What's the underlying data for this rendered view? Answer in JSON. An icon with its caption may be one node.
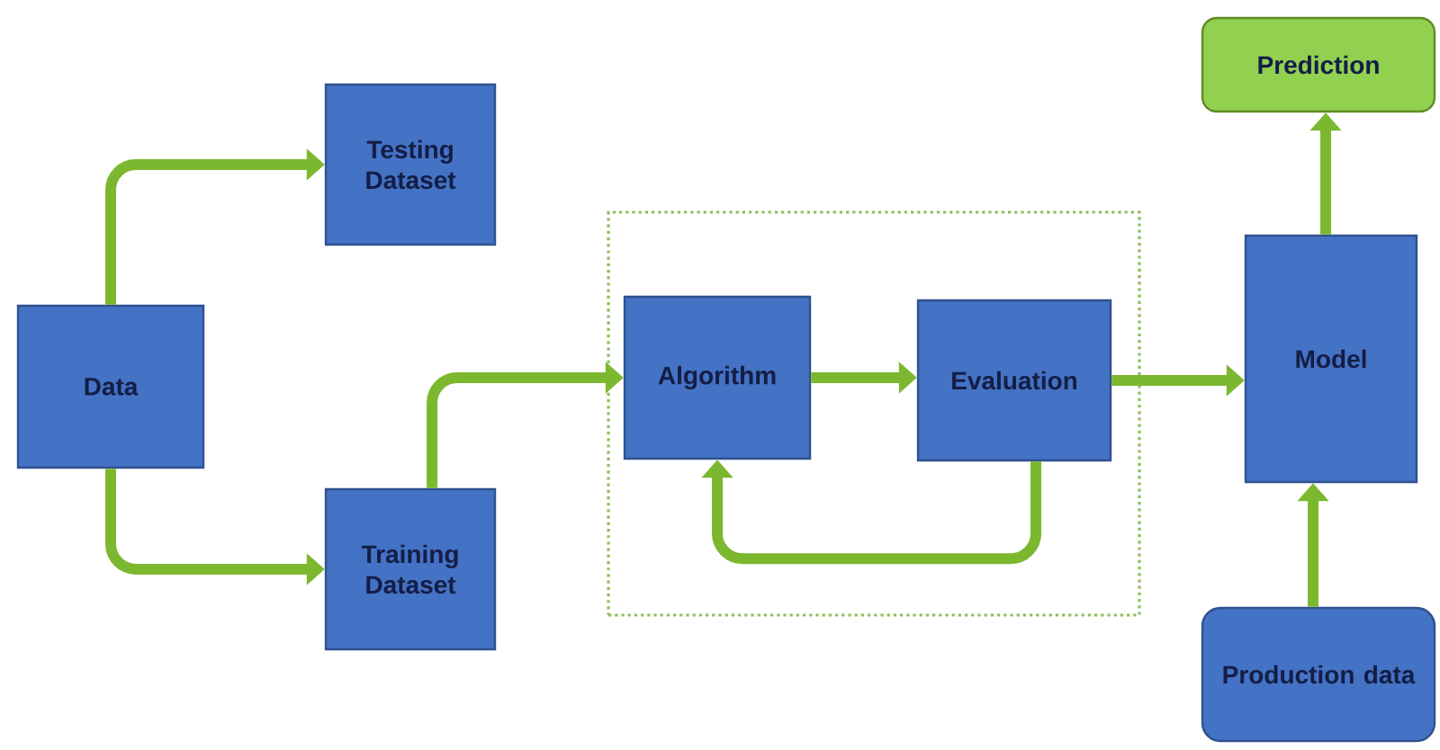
{
  "diagram": {
    "nodes": [
      {
        "text": [
          "Data"
        ]
      },
      {
        "text": [
          "Testing Dataset"
        ]
      },
      {
        "text": [
          "Training Dataset"
        ]
      },
      {
        "text": [],
        "shape": "box"
      },
      {
        "text": [
          "Algorithm"
        ],
        "in": 3
      },
      {
        "text": [
          "Evaluation"
        ],
        "in": 3
      },
      {
        "text": [
          "Prediction"
        ]
      },
      {
        "text": [
          "Model"
        ]
      },
      {
        "text": [
          "Production data"
        ]
      }
    ],
    "edges": [
      {
        "from": 0,
        "to": 1,
        "arrow": "to"
      },
      {
        "from": 0,
        "to": 2,
        "arrow": "to"
      },
      {
        "from": 2,
        "to": 4,
        "arrow": "to"
      },
      {
        "from": 4,
        "to": 5,
        "arrow": "to"
      },
      {
        "from": 5,
        "to": 4,
        "arrow": "to"
      },
      {
        "from": 5,
        "to": 7,
        "arrow": "to"
      },
      {
        "from": 7,
        "to": 6,
        "arrow": "to"
      },
      {
        "from": 8,
        "to": 7,
        "arrow": "to"
      }
    ]
  }
}
